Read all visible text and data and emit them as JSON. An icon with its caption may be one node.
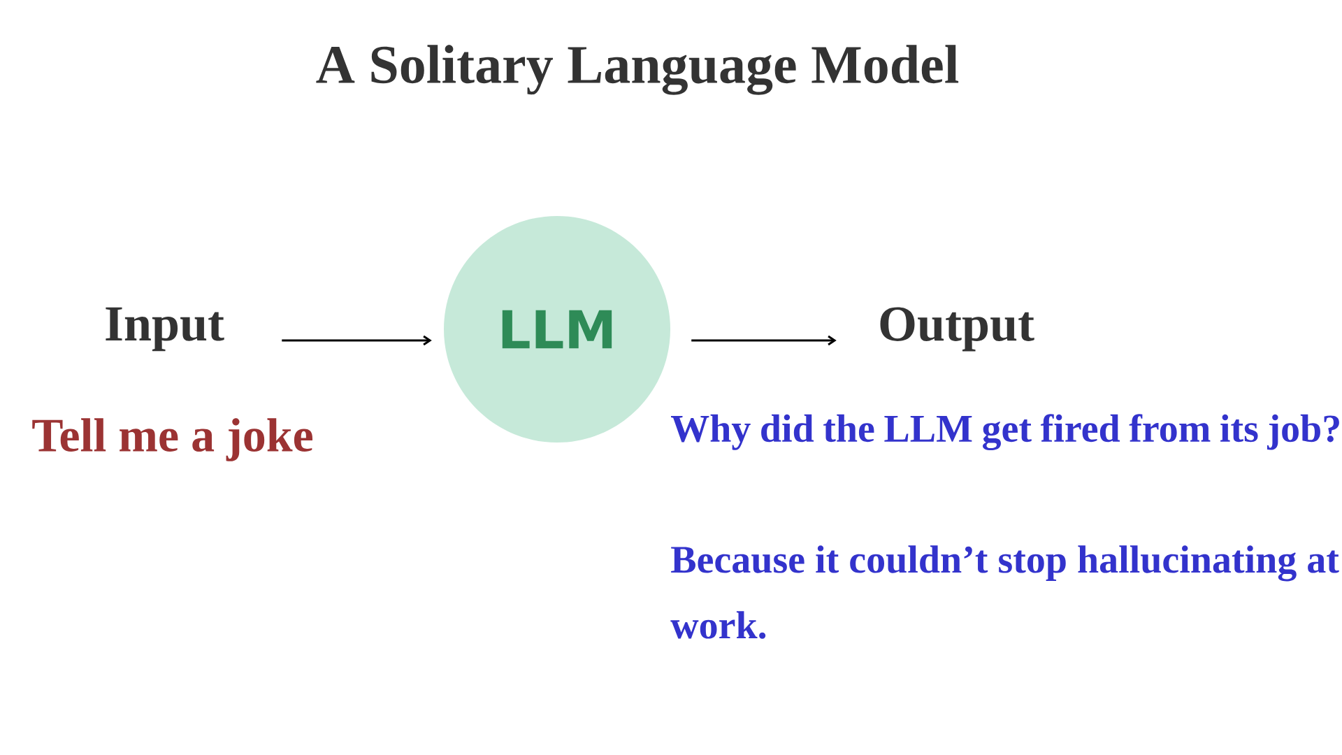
{
  "diagram": {
    "title": "A Solitary Language Model",
    "nodes": [
      {
        "text": [
          "Input"
        ],
        "beside": [
          "Tell me a joke"
        ]
      },
      {
        "text": [
          "LLM"
        ]
      },
      {
        "text": [
          "Output"
        ]
      }
    ],
    "labels": [
      "Why did the LLM get fired from its job?",
      "Because it couldn’t stop hallucinating at work."
    ],
    "edges": [
      {
        "from": 0,
        "to": 1,
        "arrow": "to"
      },
      {
        "from": 1,
        "to": 2,
        "arrow": "to"
      }
    ]
  }
}
